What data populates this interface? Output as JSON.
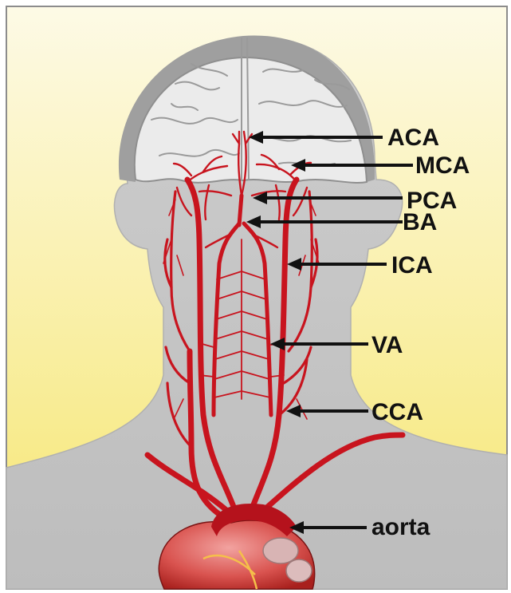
{
  "labels": {
    "aca": "ACA",
    "mca": "MCA",
    "pca": "PCA",
    "ba": "BA",
    "ica": "ICA",
    "va": "VA",
    "cca": "CCA",
    "aorta": "aorta"
  },
  "colors": {
    "background_top": "#fbf6d6",
    "background_bottom": "#f7e97a",
    "body": "#c4c4c4",
    "body_shadow": "#aaaaaa",
    "brain": "#eaeaea",
    "brain_outline": "#9a9a9a",
    "artery": "#c8141e",
    "heart": "#d9534f",
    "arrow": "#111111"
  }
}
